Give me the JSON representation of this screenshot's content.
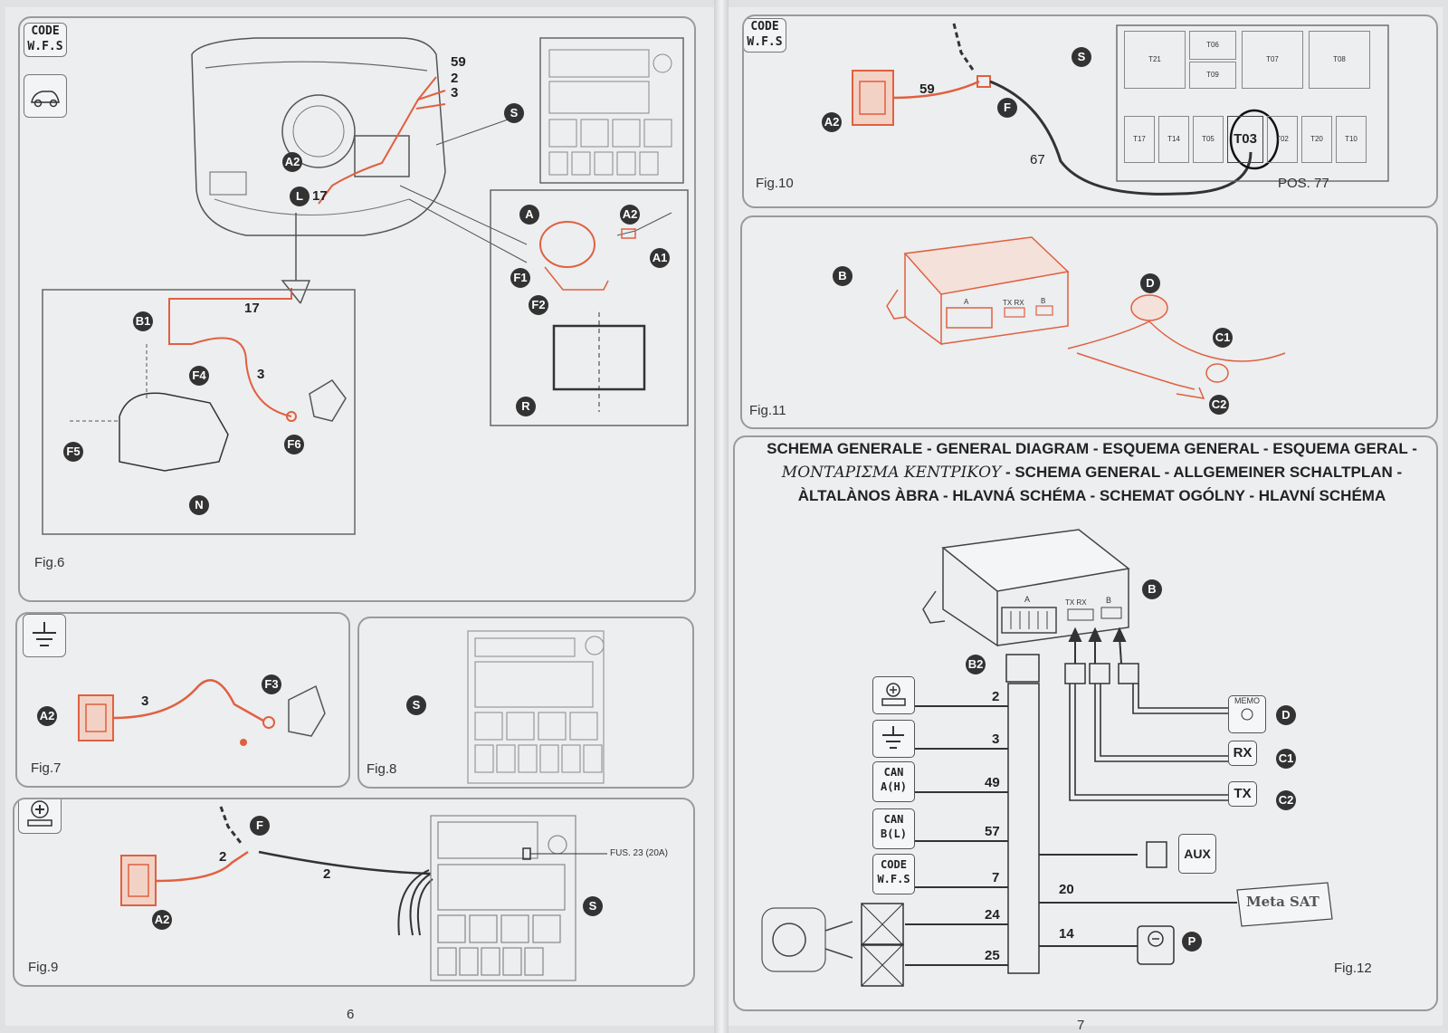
{
  "left_page": {
    "page_number": "6",
    "code_badge": "CODE\nW.F.S",
    "fig6": {
      "label": "Fig.6",
      "wires": [
        "59",
        "2",
        "3",
        "17",
        "17",
        "3"
      ],
      "callouts": [
        "A2",
        "L",
        "S",
        "A",
        "A2",
        "A1",
        "F1",
        "F2",
        "R",
        "B1",
        "F4",
        "F5",
        "F6",
        "N"
      ]
    },
    "fig7": {
      "label": "Fig.7",
      "wire": "3",
      "callouts": [
        "A2",
        "F3"
      ]
    },
    "fig8": {
      "label": "Fig.8",
      "callouts": [
        "S"
      ]
    },
    "fig9": {
      "label": "Fig.9",
      "wires": [
        "2",
        "2"
      ],
      "fuse_label": "FUS. 23 (20A)",
      "callouts": [
        "F",
        "A2",
        "S"
      ]
    }
  },
  "right_page": {
    "page_number": "7",
    "code_badge": "CODE\nW.F.S",
    "fig10": {
      "label": "Fig.10",
      "wires": [
        "59",
        "67"
      ],
      "relay": "T03",
      "pos": "POS. 77",
      "callouts": [
        "A2",
        "F",
        "S"
      ],
      "relay_cells": [
        "T21",
        "T06",
        "T09",
        "T07",
        "T08",
        "T17",
        "T14",
        "T05",
        "T03",
        "T02",
        "T20",
        "T10"
      ]
    },
    "fig11": {
      "label": "Fig.11",
      "callouts": [
        "B",
        "D",
        "C1",
        "C2"
      ],
      "port_labels": [
        "A",
        "TX RX",
        "B"
      ]
    },
    "fig12": {
      "label": "Fig.12",
      "title_line1": "SCHEMA GENERALE -  GENERAL DIAGRAM - ESQUEMA GENERAL - ESQUEMA GERAL -",
      "title_line2_greek": "ΜΟΝΤΑΡΙΣΜΑ ΚΕΝΤΡΙΚΟΥ",
      "title_line2_rest": " - SCHEMA GENERAL -  ALLGEMEINER SCHALTPLAN -",
      "title_line3": "ÀLTALÀNOS ÀBRA - HLAVNÁ SCHÉMA - SCHEMAT OGÓLNY - HLAVNÍ SCHÉMA",
      "port_labels": [
        "A",
        "TX RX",
        "B"
      ],
      "left_inputs": [
        {
          "label": "",
          "wire": "2"
        },
        {
          "label": "",
          "wire": "3"
        },
        {
          "label": "CAN\nA(H)",
          "wire": "49"
        },
        {
          "label": "CAN\nB(L)",
          "wire": "57"
        },
        {
          "label": "CODE\nW.F.S",
          "wire": "7"
        },
        {
          "label": "",
          "wire": "24"
        },
        {
          "label": "",
          "wire": "25"
        }
      ],
      "right_outputs": [
        {
          "label": "MEMO",
          "callout": "D"
        },
        {
          "label": "RX",
          "callout": "C1"
        },
        {
          "label": "TX",
          "callout": "C2"
        },
        {
          "label": "AUX",
          "callout": ""
        }
      ],
      "wire_20": "20",
      "wire_14": "14",
      "brand": "Meta SAT",
      "callouts": [
        "B",
        "B2",
        "P"
      ]
    }
  }
}
